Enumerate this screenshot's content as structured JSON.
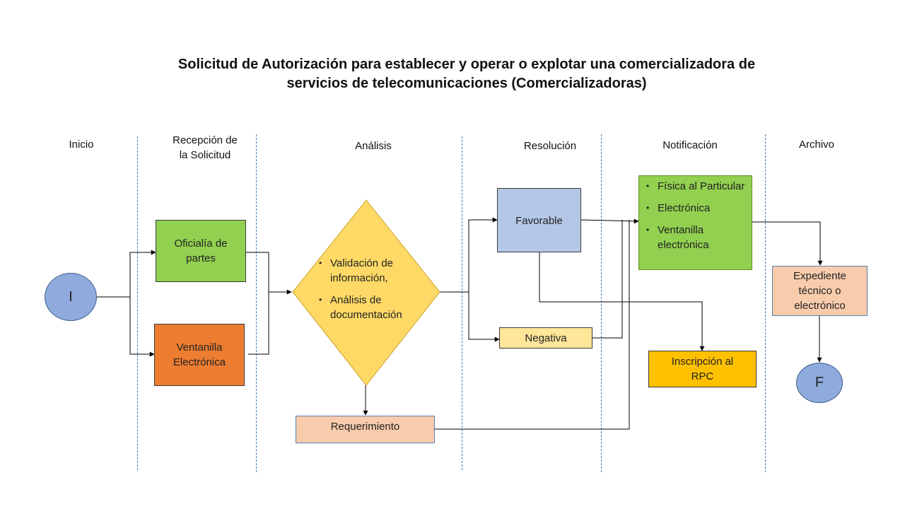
{
  "title": {
    "line1": "Solicitud de Autorización para establecer  y operar o explotar una comercializadora  de",
    "line2": "servicios de telecomunicaciones (Comercializadoras)"
  },
  "lanes": {
    "inicio": "Inicio",
    "recepcion": "Recepción de la Solicitud",
    "analisis": "Análisis",
    "resolucion": "Resolución",
    "notificacion": "Notificación",
    "archivo": "Archivo"
  },
  "nodes": {
    "start": "I",
    "end": "F",
    "oficialia": "Oficialía de partes",
    "ventanilla": "Ventanilla Electrónica",
    "diamond_items": [
      "Validación de información,",
      "Análisis de documentación"
    ],
    "requerimiento": "Requerimiento",
    "favorable": "Favorable",
    "negativa": "Negativa",
    "notificacion_items": [
      "Física al Particular",
      "Electrónica",
      "Ventanilla electrónica"
    ],
    "inscripcion": "Inscripción al RPC",
    "expediente": "Expediente técnico o electrónico"
  },
  "colors": {
    "circle": "#8faadc",
    "green": "#92d050",
    "orange": "#ed7d31",
    "yellow": "#ffd966",
    "peach": "#f8cbad",
    "blue_box": "#b4c7e7",
    "light_yellow": "#ffe699",
    "gold": "#ffc000"
  }
}
